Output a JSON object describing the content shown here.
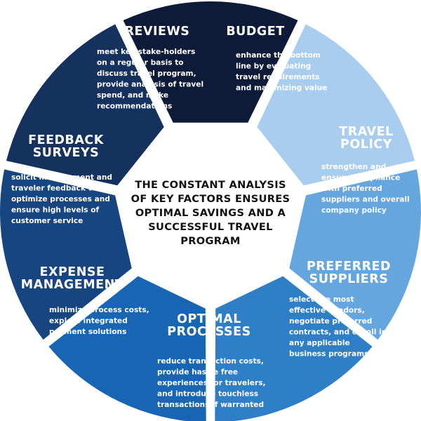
{
  "center": {
    "lines": [
      "THE CONSTANT ANALYSIS",
      "OF KEY FACTORS ENSURES",
      "OPTIMAL SAVINGS AND A",
      "SUCCESSFUL TRAVEL",
      "PROGRAM"
    ]
  },
  "segments": [
    {
      "id": "reviews",
      "color": "#0d1b38",
      "title": [
        "REVIEWS"
      ],
      "body": [
        "meet key stake-holders",
        "on a regular basis to",
        "discuss travel program,",
        "provide analysis of travel",
        "spend, and make",
        "recommendations"
      ]
    },
    {
      "id": "budget",
      "color": "#a9cdee",
      "title": [
        "BUDGET"
      ],
      "body": [
        "enhance the bottom",
        "line by evaluating",
        "travel requirements",
        "and maximizing value"
      ]
    },
    {
      "id": "travel-policy",
      "color": "#66a6de",
      "title": [
        "TRAVEL",
        "POLICY"
      ],
      "body": [
        "strengthen and",
        "ensure compliance",
        "with preferred",
        "suppliers and overall",
        "company policy"
      ]
    },
    {
      "id": "preferred-suppliers",
      "color": "#2f7fc7",
      "title": [
        "PREFERRED",
        "SUPPLIERS"
      ],
      "body": [
        "select the most",
        "effective vendors,",
        "negotiate preferred",
        "contracts, and enroll in",
        "any applicable",
        "business programs"
      ]
    },
    {
      "id": "optimal-processes",
      "color": "#1765b3",
      "title": [
        "OPTIMAL",
        "PROCESSES"
      ],
      "body": [
        "reduce transaction costs,",
        "provide hassle free",
        "experiences for travelers,",
        "and introduce touchless",
        "transactions if warranted"
      ]
    },
    {
      "id": "expense-management",
      "color": "#16457f",
      "title": [
        "EXPENSE",
        "MANAGEMENT"
      ],
      "body": [
        "minimize process costs,",
        "explore integrated",
        "payment solutions"
      ]
    },
    {
      "id": "feedback-surveys",
      "color": "#15325f",
      "title": [
        "FEEDBACK",
        "SURVEYS"
      ],
      "body": [
        "solicit management and",
        "traveler feedback to",
        "optimize processes and",
        "ensure high levels of",
        "customer service"
      ]
    }
  ]
}
